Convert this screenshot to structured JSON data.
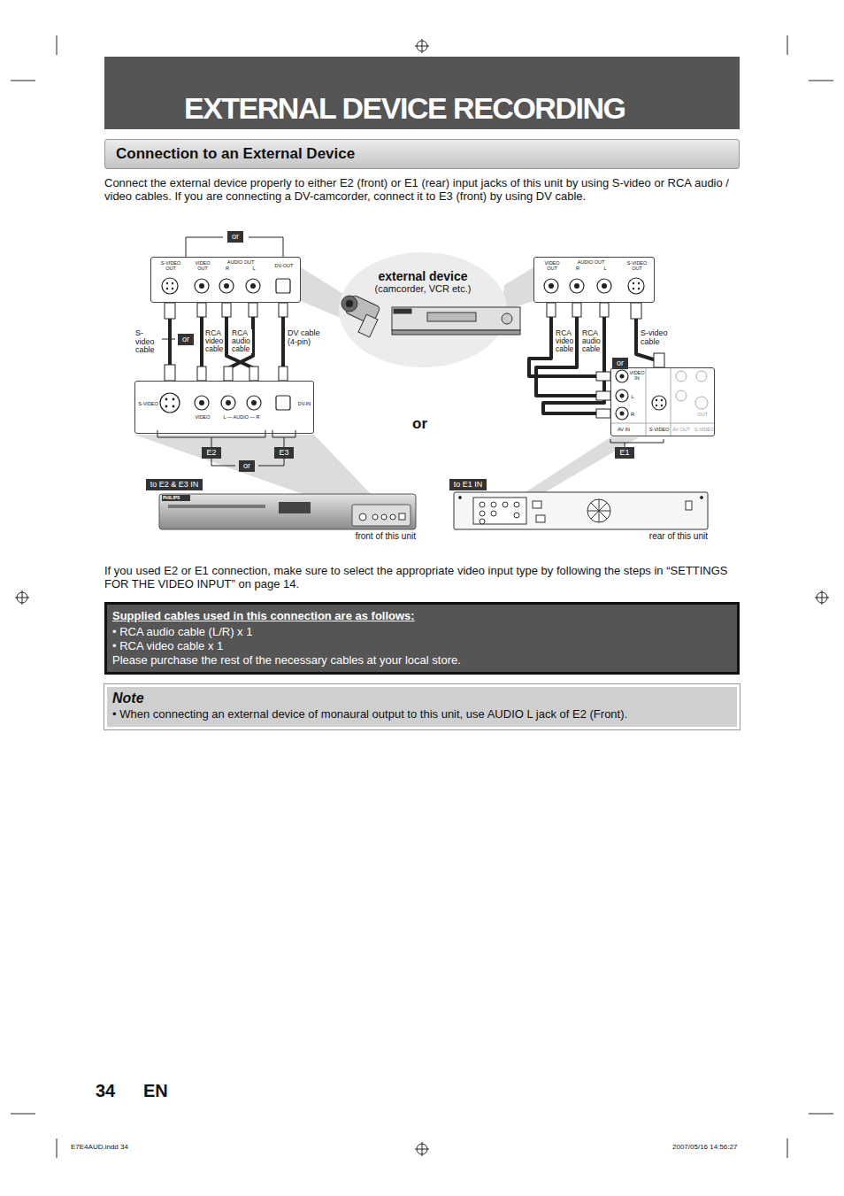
{
  "diagram": {
    "nodes": [
      {
        "text": [
          "EXTERNAL DEVICE RECORDING"
        ]
      },
      {
        "text": [
          "Connection to an External Device"
        ]
      },
      {
        "text": [
          "or"
        ]
      },
      {
        "text": [
          "S-VIDEO OUT",
          "VIDEO OUT",
          "AUDIO OUT",
          "R",
          "L",
          "DV-OUT"
        ]
      },
      {
        "text": [
          "external device",
          "(camcorder, VCR etc.)"
        ]
      },
      {
        "text": [
          "VIDEO OUT",
          "AUDIO OUT",
          "R",
          "L",
          "S-VIDEO OUT"
        ]
      },
      {
        "text": [
          "or"
        ]
      },
      {
        "text": [
          "S-VIDEO",
          "VIDEO",
          "L — AUDIO — R",
          "DV-IN"
        ]
      },
      {
        "text": [
          "or"
        ]
      },
      {
        "text": [
          "VIDEO IN",
          "L",
          "R",
          "AV IN",
          "S-VIDEO",
          "AV OUT",
          "OUT",
          "S-VIDEO"
        ]
      },
      {
        "text": [
          "E2"
        ]
      },
      {
        "text": [
          "E3"
        ]
      },
      {
        "text": [
          "or"
        ]
      },
      {
        "text": [
          "E1"
        ]
      },
      {
        "text": [
          "to E2 & E3 IN"
        ]
      },
      {
        "text": [
          "to E1 IN"
        ]
      },
      {
        "text": [
          "Supplied cables used in this connection are as follows:",
          "• RCA audio cable (L/R) x 1",
          "• RCA video cable x 1",
          "Please purchase the rest of the necessary cables at your local store."
        ]
      },
      {
        "text": [
          "Note",
          "• When connecting an external device of monaural output to this unit, use AUDIO L jack of E2 (Front)."
        ]
      }
    ],
    "edges": [
      {
        "from": 3,
        "to": 7,
        "arrow": "none"
      },
      {
        "from": 3,
        "to": 7,
        "arrow": "none"
      },
      {
        "from": 3,
        "to": 7,
        "arrow": "none"
      },
      {
        "from": 3,
        "to": 7,
        "arrow": "none"
      },
      {
        "from": 3,
        "to": 7,
        "arrow": "none"
      },
      {
        "from": 5,
        "to": 9,
        "arrow": "none"
      },
      {
        "from": 5,
        "to": 9,
        "arrow": "none"
      },
      {
        "from": 5,
        "to": 9,
        "arrow": "none"
      },
      {
        "from": 5,
        "to": 9,
        "arrow": "none"
      }
    ],
    "labels": [
      "Connect the external device properly to either E2 (front) or E1 (rear) input jacks of this unit by using S-video or RCA audio / video cables. If you are connecting a DV-camcorder, connect it to E3 (front) by using DV cable.",
      "S-video cable",
      "RCA video cable",
      "RCA audio cable",
      "DV cable (4-pin)",
      "or",
      "RCA video cable",
      "RCA audio cable",
      "S-video cable",
      "PHILIPS",
      "front of this unit",
      "rear of this unit",
      "If you used E2 or E1 connection, make sure to select the appropriate video input type by following the steps in “SETTINGS FOR THE VIDEO INPUT” on page 14.",
      "34",
      "EN",
      "E7E4AUD.indd 34",
      "2007/05/16 14:56:27"
    ]
  }
}
